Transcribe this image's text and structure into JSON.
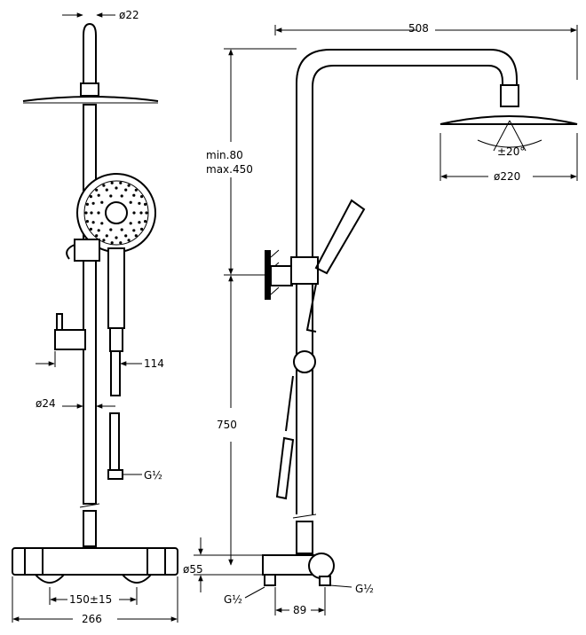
{
  "dimensions": {
    "outlet_diameter": "ø22",
    "arm_length": "508",
    "height_adjust_min": "min.80",
    "height_adjust_max": "max.450",
    "tilt_angle": "±20°",
    "head_diameter": "ø220",
    "handshower_offset": "114",
    "pipe_diameter": "ø24",
    "thread_left": "G½",
    "thread_bottom_left": "G½",
    "thread_bottom_right": "G½",
    "column_height": "750",
    "mixer_diameter": "ø55",
    "connection_spacing": "150±15",
    "mixer_width": "266",
    "wall_offset": "89"
  }
}
